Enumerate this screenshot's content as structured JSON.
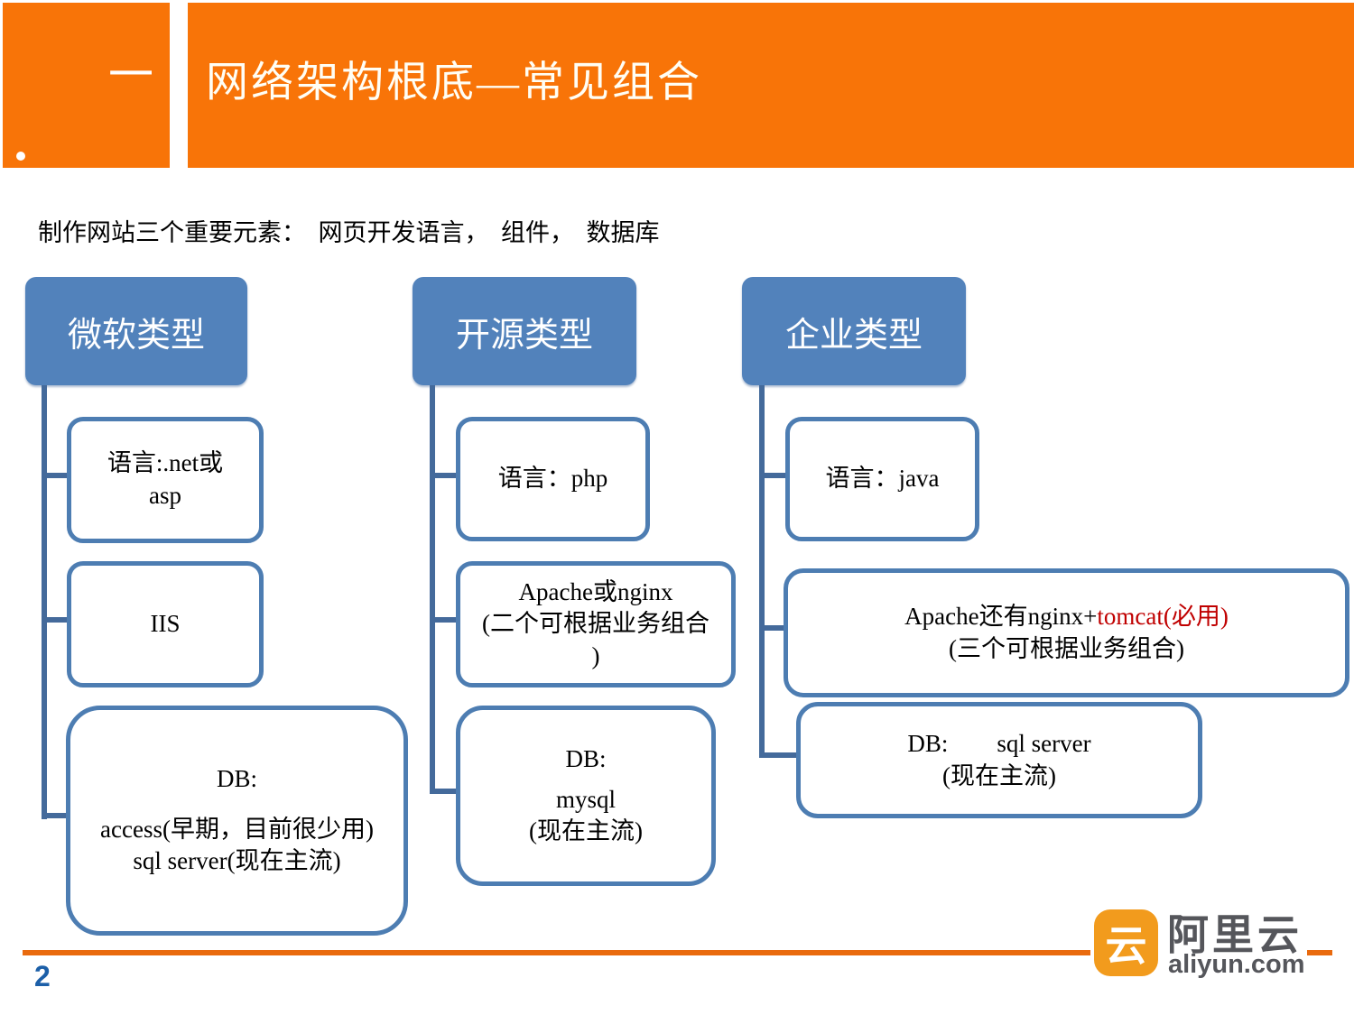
{
  "header": {
    "section_index": "一",
    "title": "网络架构根底—常见组合"
  },
  "intro": "制作网站三个重要元素：　网页开发语言，　组件，　数据库",
  "columns": [
    {
      "title": "微软类型",
      "boxes": [
        {
          "lines": [
            "语言:.net或",
            "asp"
          ]
        },
        {
          "lines": [
            "IIS"
          ]
        },
        {
          "lines": [
            "DB:",
            "access(早期，目前很少用)",
            "sql server(现在主流)"
          ]
        }
      ]
    },
    {
      "title": "开源类型",
      "boxes": [
        {
          "lines": [
            "语言：php"
          ]
        },
        {
          "lines": [
            "Apache或nginx",
            "(二个可根据业务组合",
            ")"
          ]
        },
        {
          "lines": [
            "DB:",
            "mysql",
            "(现在主流)"
          ]
        }
      ]
    },
    {
      "title": "企业类型",
      "boxes": [
        {
          "lines": [
            "语言：java"
          ]
        },
        {
          "line1_black": "Apache还有nginx+",
          "line1_red": "tomcat(必用)",
          "line2": "(三个可根据业务组合)"
        },
        {
          "lines": [
            "DB:　　sql server",
            "(现在主流)"
          ]
        }
      ]
    }
  ],
  "footer": {
    "page_number": "2",
    "logo": {
      "glyph": "云",
      "name_cn": "阿里云",
      "domain": "aliyun.com"
    }
  },
  "colors": {
    "header_orange": "#F87408",
    "footer_line_orange": "#E96A0E",
    "node_fill_blue": "#5282BB",
    "node_border_blue": "#4D7DB2",
    "connector_blue": "#446A9B",
    "highlight_red": "#C00000",
    "page_number_blue": "#1C5FA8",
    "logo_orange": "#F29B1D",
    "logo_text_gray": "#55565B"
  }
}
